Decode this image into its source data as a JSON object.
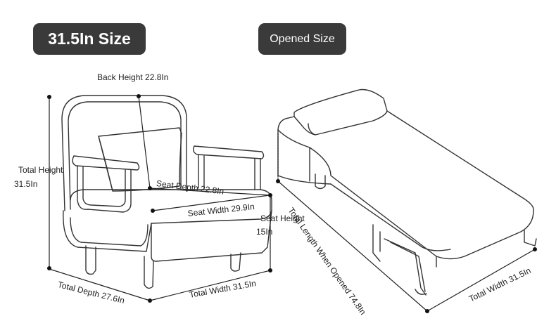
{
  "badges": {
    "size_title": "31.5In Size",
    "opened_title": "Opened Size"
  },
  "labels": {
    "back_height": "Back Height 22.8In",
    "total_height_line1": "Total Height",
    "total_height_line2": "31.5In",
    "seat_depth": "Seat Depth 22.8In",
    "seat_width": "Seat Width 29.9In",
    "seat_height_line1": "Seat Height",
    "seat_height_line2": "15In",
    "total_depth": "Total Depth 27.6In",
    "total_width_chair": "Total Width 31.5In",
    "total_length_opened": "Total Length When Opened 74.8In",
    "total_width_bed": "Total Width 31.5In"
  },
  "colors": {
    "badge_bg": "#3a3a3a",
    "line": "#222222"
  }
}
